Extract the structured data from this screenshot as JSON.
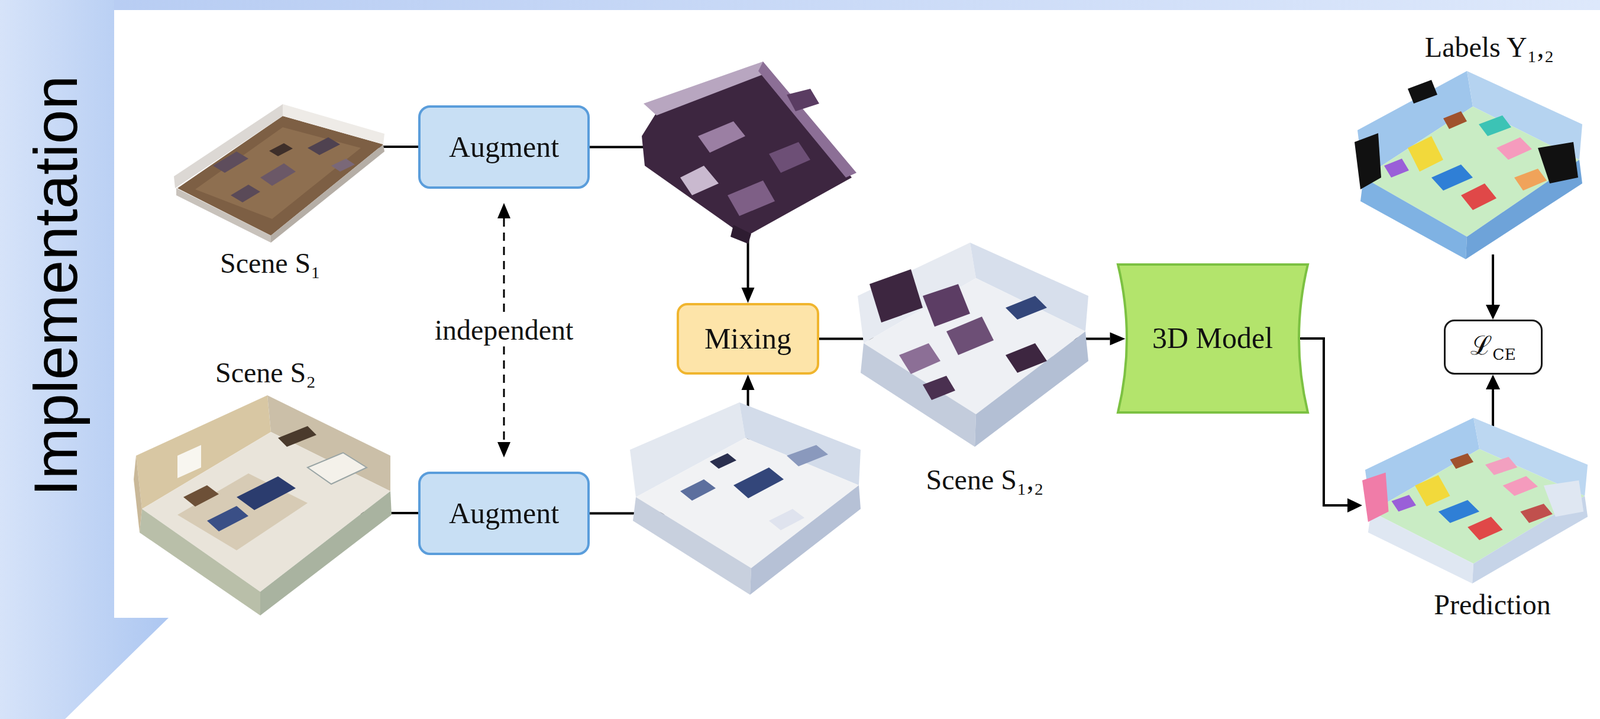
{
  "diagram": {
    "nodes": [
      {
        "text": [
          "Augment"
        ]
      },
      {
        "text": [
          "Augment"
        ]
      },
      {
        "text": [
          "Mixing"
        ]
      },
      {
        "text": [
          "3D Model"
        ]
      },
      {
        "text": [
          "ℒ",
          "CE"
        ]
      }
    ],
    "edges": [
      {
        "from": 0,
        "to": 2,
        "arrow": "to"
      },
      {
        "from": 1,
        "to": 2,
        "arrow": "to"
      },
      {
        "from": 2,
        "to": 3,
        "arrow": "to"
      },
      {
        "from": 0,
        "to": 1,
        "arrow": "both",
        "label": "independent"
      }
    ],
    "labels": [
      "Implementation",
      "Scene S₁",
      "Scene S₂",
      "Scene S₁,₂",
      "Labels Y₁,₂",
      "Prediction"
    ]
  }
}
